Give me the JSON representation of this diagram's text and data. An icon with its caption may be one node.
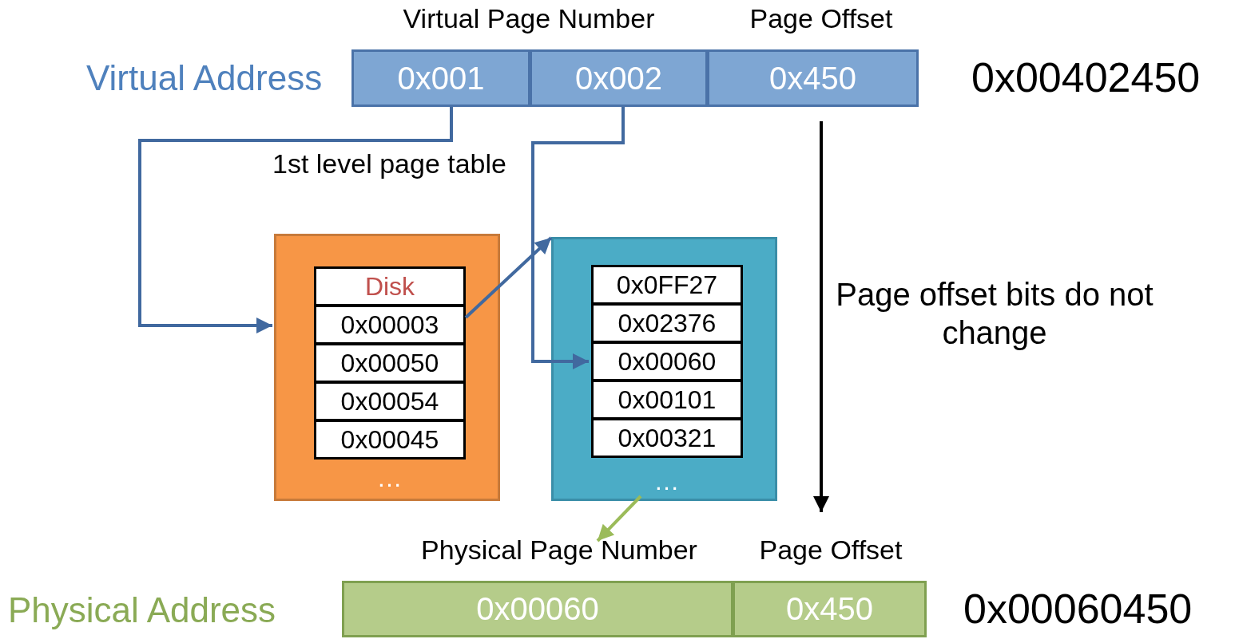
{
  "diagram": {
    "nodes": [
      {
        "text": [
          "0x001"
        ]
      },
      {
        "text": [
          "0x002"
        ]
      },
      {
        "text": [
          "0x450"
        ]
      },
      {
        "text": [
          "1st level page table",
          "…"
        ]
      },
      {
        "text": [
          "Disk"
        ],
        "in": 3
      },
      {
        "text": [
          "0x00003"
        ],
        "in": 3
      },
      {
        "text": [
          "0x00050"
        ],
        "in": 3
      },
      {
        "text": [
          "0x00054"
        ],
        "in": 3
      },
      {
        "text": [
          "0x00045"
        ],
        "in": 3
      },
      {
        "text": [
          "…"
        ]
      },
      {
        "text": [
          "0x0FF27"
        ],
        "in": 9
      },
      {
        "text": [
          "0x02376"
        ],
        "in": 9
      },
      {
        "text": [
          "0x00060"
        ],
        "in": 9
      },
      {
        "text": [
          "0x00101"
        ],
        "in": 9
      },
      {
        "text": [
          "0x00321"
        ],
        "in": 9
      },
      {
        "text": [
          "0x00060"
        ]
      },
      {
        "text": [
          "0x450"
        ]
      }
    ],
    "edges": [
      {
        "from": 0,
        "to": 3,
        "arrow": "to"
      },
      {
        "from": 1,
        "to": 12,
        "arrow": "to"
      },
      {
        "from": 5,
        "to": 9,
        "arrow": "to"
      },
      {
        "from": 9,
        "to": 15,
        "arrow": "to",
        "color": "#9bbb59"
      },
      {
        "from": 2,
        "to": 16,
        "arrow": "to",
        "color": "#000000",
        "label": "Page offset bits do not change"
      }
    ],
    "labels": [
      "Virtual Page Number",
      "Page Offset",
      "Virtual Address",
      "0x00402450",
      "Physical Page Number",
      "Page Offset",
      "Physical Address",
      "0x00060450"
    ]
  }
}
